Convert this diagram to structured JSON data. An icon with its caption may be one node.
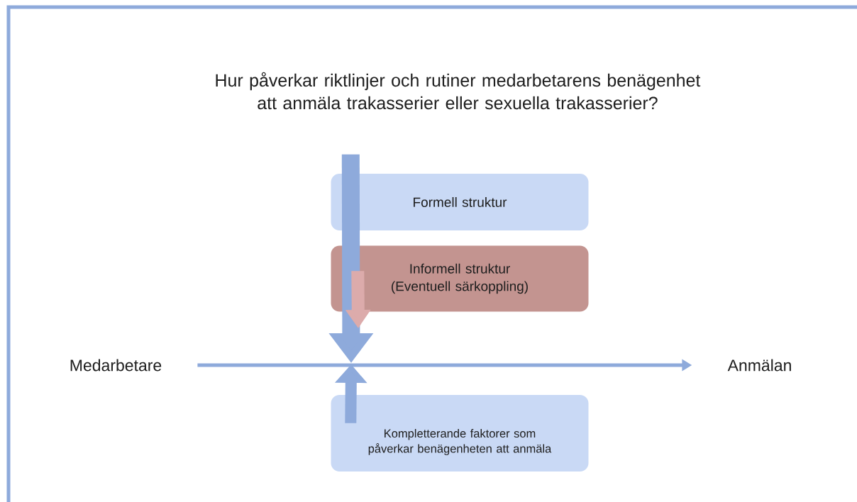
{
  "diagram": {
    "title": "Hur påverkar riktlinjer och rutiner medarbetarens benägenhet att anmäla trakasserier eller sexuella trakasserier?",
    "nodes": [
      {
        "text": [
          "Medarbetare"
        ]
      },
      {
        "text": [
          "Anmälan"
        ]
      },
      {
        "text": [
          "Formell struktur"
        ]
      },
      {
        "text": [
          "Informell struktur (Eventuell särkoppling)"
        ]
      },
      {
        "text": [
          "Kompletterande faktorer som påverkar benägenheten att anmäla"
        ]
      }
    ],
    "edges": [
      {
        "from": 0,
        "to": 1,
        "arrow": "to"
      },
      {
        "from": 2,
        "to": null,
        "arrow": "to"
      },
      {
        "from": 3,
        "to": null,
        "arrow": "to",
        "color": "#dcabab"
      },
      {
        "from": 4,
        "to": null,
        "arrow": "to"
      }
    ]
  }
}
